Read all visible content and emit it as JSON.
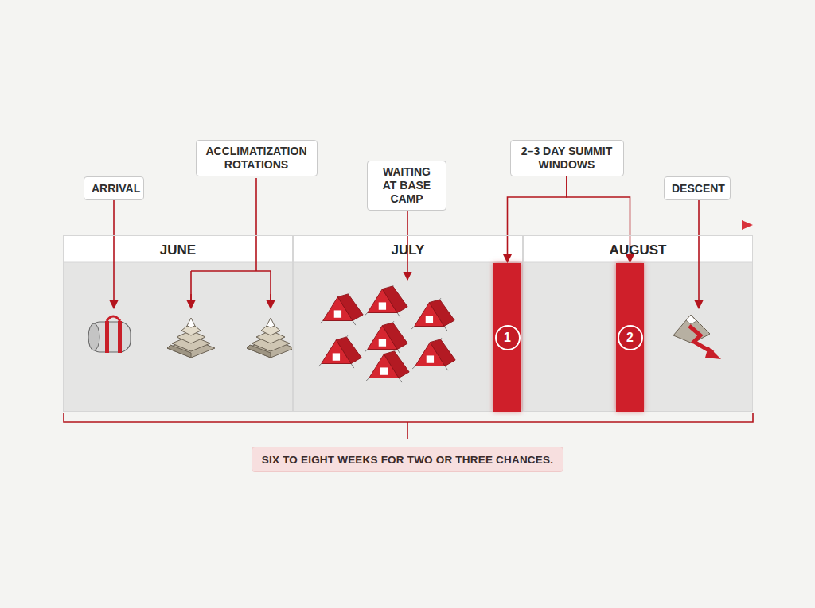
{
  "diagram": {
    "nodes": [
      {
        "text": [
          "ARRIVAL"
        ]
      },
      {
        "text": [
          "ACCLIMATIZATION ROTATIONS"
        ]
      },
      {
        "text": [
          "WAITING AT BASE CAMP"
        ]
      },
      {
        "text": [
          "2–3 DAY SUMMIT WINDOWS"
        ]
      },
      {
        "text": [
          "DESCENT"
        ]
      },
      {
        "text": [
          "JUNE"
        ]
      },
      {
        "text": [
          "JULY"
        ]
      },
      {
        "text": [
          "1"
        ],
        "in": 6
      },
      {
        "text": [
          "AUGUST"
        ]
      },
      {
        "text": [
          "2"
        ],
        "in": 8
      },
      {
        "text": [
          "SIX TO EIGHT WEEKS FOR TWO OR THREE CHANCES."
        ]
      }
    ],
    "edges": [
      {
        "from": 3,
        "to": 7,
        "arrow": "to"
      },
      {
        "from": 3,
        "to": 9,
        "arrow": "to"
      }
    ]
  }
}
